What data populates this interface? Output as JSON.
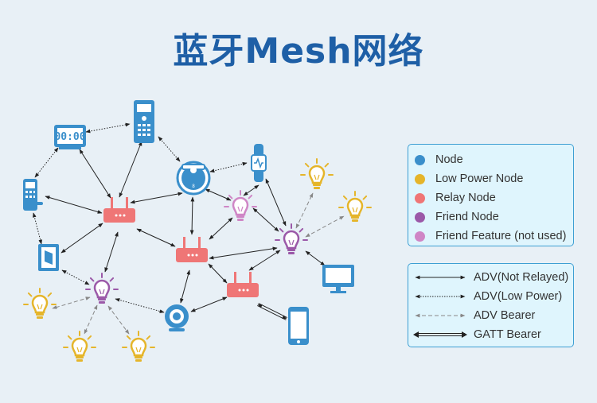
{
  "title": "蓝牙Mesh网络",
  "legend_nodes": [
    {
      "label": "Node",
      "color": "#3a8fcb"
    },
    {
      "label": "Low Power Node",
      "color": "#e5b52a"
    },
    {
      "label": "Relay Node",
      "color": "#ef7676"
    },
    {
      "label": "Friend Node",
      "color": "#9b59a8"
    },
    {
      "label": "Friend Feature (not used)",
      "color": "#cf86c6"
    }
  ],
  "legend_links": [
    {
      "label": "ADV(Not Relayed)",
      "style": "solid"
    },
    {
      "label": "ADV(Low Power)",
      "style": "dotted"
    },
    {
      "label": "ADV Bearer",
      "style": "dashed"
    },
    {
      "label": "GATT Bearer",
      "style": "double"
    }
  ],
  "colors": {
    "node": "#3a8fcb",
    "low_power": "#e5b52a",
    "relay": "#ef7676",
    "friend": "#9b59a8",
    "friend_unused": "#cf86c6",
    "title": "#1e5fa6"
  }
}
